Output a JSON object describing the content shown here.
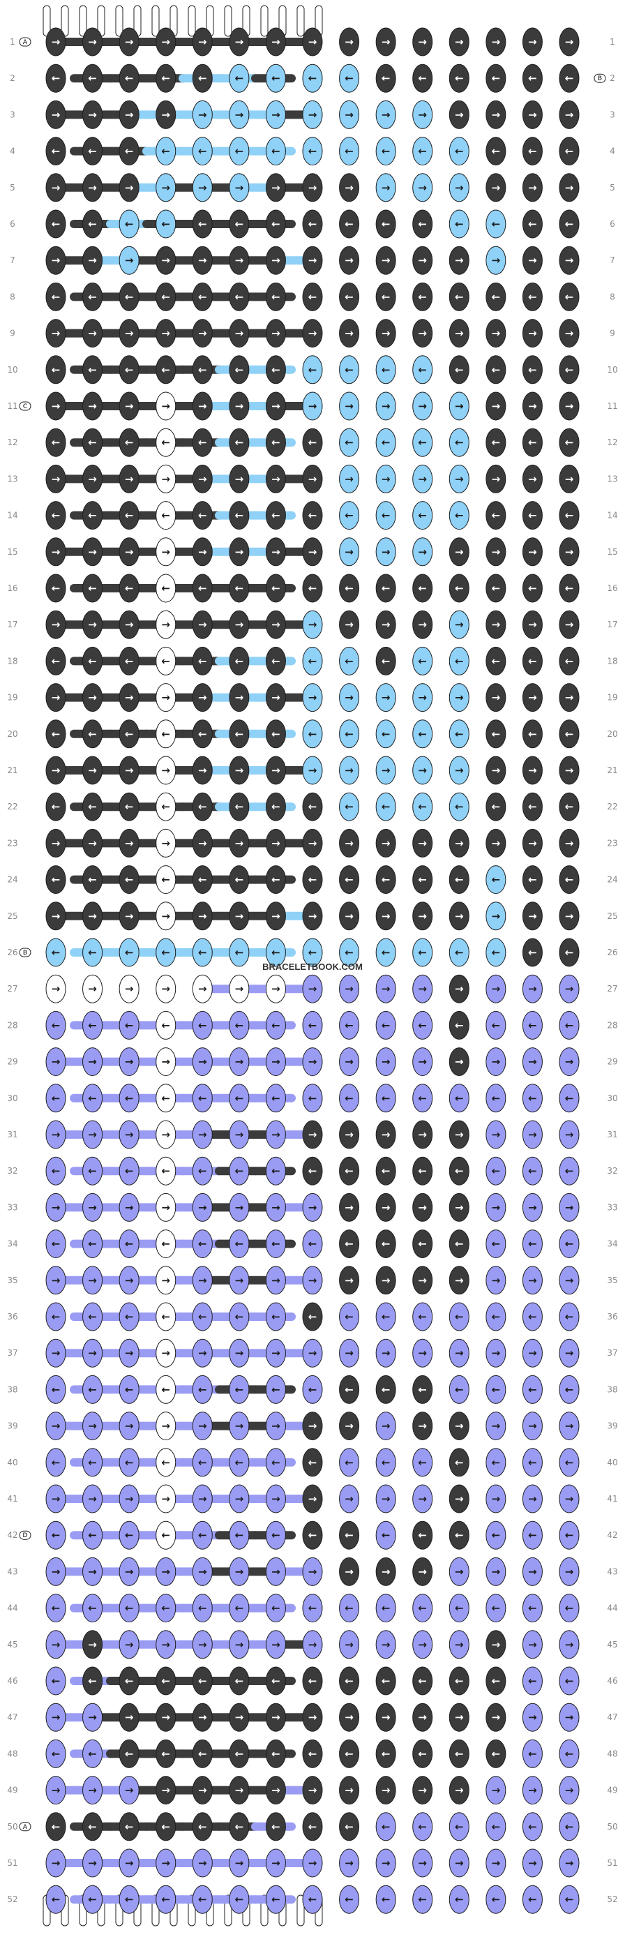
{
  "watermark": "BRACELETBOOK.COM",
  "colors": {
    "A": "#3b3b3b",
    "B": "#8fd1f7",
    "C": "#ffffff",
    "D": "#9a9cf4",
    "outline": "#1f1f1f"
  },
  "start_strands": [
    "A",
    "A",
    "A",
    "A",
    "A",
    "A",
    "A",
    "A",
    "A",
    "A",
    "A",
    "A",
    "A",
    "A",
    "A",
    "A"
  ],
  "strand_labels": [
    {
      "row": 1,
      "side": "left",
      "label": "A"
    },
    {
      "row": 2,
      "side": "right",
      "label": "B"
    },
    {
      "row": 11,
      "side": "left",
      "label": "C"
    },
    {
      "row": 26,
      "side": "left",
      "label": "B"
    },
    {
      "row": 42,
      "side": "left",
      "label": "D"
    },
    {
      "row": 50,
      "side": "left",
      "label": "A"
    }
  ],
  "rows": [
    {
      "n": "1",
      "c": "AAAAAAAAAAAAAAA",
      "d": "RRRRRRRRRRRRRRR"
    },
    {
      "n": "2",
      "c": "AAAAABBBBAAAAAA",
      "d": "LLLLLLLLLLLLLLL"
    },
    {
      "n": "3",
      "c": "AAAABBBBBBBAAAA",
      "d": "RRRRRRRRRRRRRRR"
    },
    {
      "n": "4",
      "c": "AAABBBBBBBBBAAA",
      "d": "LLLLLLLLLLLLLLL"
    },
    {
      "n": "5",
      "c": "AAABBBAAABBBAAA",
      "d": "RRRRRRRRRRRRRRR"
    },
    {
      "n": "6",
      "c": "AABBAAAAAAABBAA",
      "d": "LLLLLLLLLLLLLLL"
    },
    {
      "n": "7",
      "c": "AABAAAAAAAAABAA",
      "d": "RRRRRRRRRRRRRRR"
    },
    {
      "n": "8",
      "c": "AAAAAAAAAAAAAAA",
      "d": "LLLLLLLLLLLLLLL"
    },
    {
      "n": "9",
      "c": "AAAAAAAAAAAAAAA",
      "d": "RRRRRRRRRRRRRRR"
    },
    {
      "n": "10",
      "c": "AAAAAAABBBBAAAA",
      "d": "LLLLLLLLLLLLLLL"
    },
    {
      "n": "11",
      "c": "AAACAAABBBBBAAA",
      "d": "RRRRRRRRRRRRRRR"
    },
    {
      "n": "12",
      "c": "AAACAAAABBBBAAA",
      "d": "LLLLLLLLLLLLLLL"
    },
    {
      "n": "13",
      "c": "AAACAAAABBBBAAA",
      "d": "RRRRRRRRRRRRRRR"
    },
    {
      "n": "14",
      "c": "AAACAAAABBBBAAA",
      "d": "LLLLLLLLLLLLLLL"
    },
    {
      "n": "15",
      "c": "AAACAAAABBBAAAA",
      "d": "RRRRRRRRRRRRRRR"
    },
    {
      "n": "16",
      "c": "AAACAAAAAAAAAAA",
      "d": "LLLLLLLLLLLLLLL"
    },
    {
      "n": "17",
      "c": "AAACAAABAAABAAA",
      "d": "RRRRRRRRRRRRRRR"
    },
    {
      "n": "18",
      "c": "AAACAAABBABBAAA",
      "d": "LLLLLLLLLLLLLLL"
    },
    {
      "n": "19",
      "c": "AAACAAABBBBBAAA",
      "d": "RRRRRRRRRRRRRRR"
    },
    {
      "n": "20",
      "c": "AAACAAABBBBBAAA",
      "d": "LLLLLLLLLLLLLLL"
    },
    {
      "n": "21",
      "c": "AAACAAABBBBBAAA",
      "d": "RRRRRRRRRRRRRRR"
    },
    {
      "n": "22",
      "c": "AAACAAAABBBBAAA",
      "d": "LLLLLLLLLLLLLLL"
    },
    {
      "n": "23",
      "c": "AAACAAAAAAAAAAA",
      "d": "RRRRRRRRRRRRRRR"
    },
    {
      "n": "24",
      "c": "AAACAAAAAAAABAA",
      "d": "LLLLLLLLLLLLLLL"
    },
    {
      "n": "25",
      "c": "AAACAAAAAAAABAA",
      "d": "RRRRRRRRRRRRRRR"
    },
    {
      "n": "26",
      "c": "BBBBBBBBBBBBBAA",
      "d": "LLLLLLLLLLLLLLL"
    },
    {
      "n": "27",
      "c": "CCCCCCCDDDDADDD",
      "d": "RRRRRRRRRRRRRRR"
    },
    {
      "n": "28",
      "c": "DDDCDDDDDDDADDD",
      "d": "LLLLLLLLLLLLLLL"
    },
    {
      "n": "29",
      "c": "DDDCDDDDDDDADDD",
      "d": "RRRRRRRRRRRRRRR"
    },
    {
      "n": "30",
      "c": "DDDCDDDDDDDDDDD",
      "d": "LLLLLLLLLLLLLLL"
    },
    {
      "n": "31",
      "c": "DDDCDDDAAAAADDD",
      "d": "RRRRRRRRRRRRRRR"
    },
    {
      "n": "32",
      "c": "DDDCDDDAAAAADDD",
      "d": "LLLLLLLLLLLLLLL"
    },
    {
      "n": "33",
      "c": "DDDCDDDDAAAADDD",
      "d": "RRRRRRRRRRRRRRR"
    },
    {
      "n": "34",
      "c": "DDDCDDDDAAAADDD",
      "d": "LLLLLLLLLLLLLLL"
    },
    {
      "n": "35",
      "c": "DDDCDDDDAAAADDD",
      "d": "RRRRRRRRRRRRRRR"
    },
    {
      "n": "36",
      "c": "DDDCDDDADDDDDDD",
      "d": "LLLLLLLLLLLLLLL"
    },
    {
      "n": "37",
      "c": "DDDCDDDDDDDDDDD",
      "d": "RRRRRRRRRRRRRRR"
    },
    {
      "n": "38",
      "c": "DDDCDDDDAAADDDD",
      "d": "LLLLLLLLLLLLLLL"
    },
    {
      "n": "39",
      "c": "DDDCDDDAADAADDD",
      "d": "RRRRRRRRRRRRRRR"
    },
    {
      "n": "40",
      "c": "DDDCDDDADDDADDD",
      "d": "LLLLLLLLLLLLLLL"
    },
    {
      "n": "41",
      "c": "DDDCDDDADDDADDD",
      "d": "RRRRRRRRRRRRRRR"
    },
    {
      "n": "42",
      "c": "DDDCDDDAADAADDD",
      "d": "LLLLLLLLLLLLLLL"
    },
    {
      "n": "43",
      "c": "DDDDDDDDAAADDDD",
      "d": "RRRRRRRRRRRRRRR"
    },
    {
      "n": "44",
      "c": "DDDDDDDDDDDDDDD",
      "d": "LLLLLLLLLLLLLLL"
    },
    {
      "n": "45",
      "c": "DADDDDDDDDDDADD",
      "d": "RRRRRRRRRRRRRRR"
    },
    {
      "n": "46",
      "c": "DAAAAAAAAAAAADD",
      "d": "LLLLLLLLLLLLLLL"
    },
    {
      "n": "47",
      "c": "DDAAAAAAAAAAADD",
      "d": "RRRRRRRRRRRRRRR"
    },
    {
      "n": "48",
      "c": "DDAAAAAAAAAAADD",
      "d": "LLLLLLLLLLLLLLL"
    },
    {
      "n": "49",
      "c": "DDDAAAAAAAAADDD",
      "d": "RRRRRRRRRRRRRRR"
    },
    {
      "n": "50",
      "c": "AAAAAAAAADDDDDD",
      "d": "LLLLLLLLLLLLLLL"
    },
    {
      "n": "51",
      "c": "DDDDDDDDDDDDDDD",
      "d": "RRRRRRRRRRRRRRR"
    },
    {
      "n": "52",
      "c": "DDDDDDDDDDDDDDD",
      "d": "LLLLLLLLLLLLLLL"
    }
  ]
}
